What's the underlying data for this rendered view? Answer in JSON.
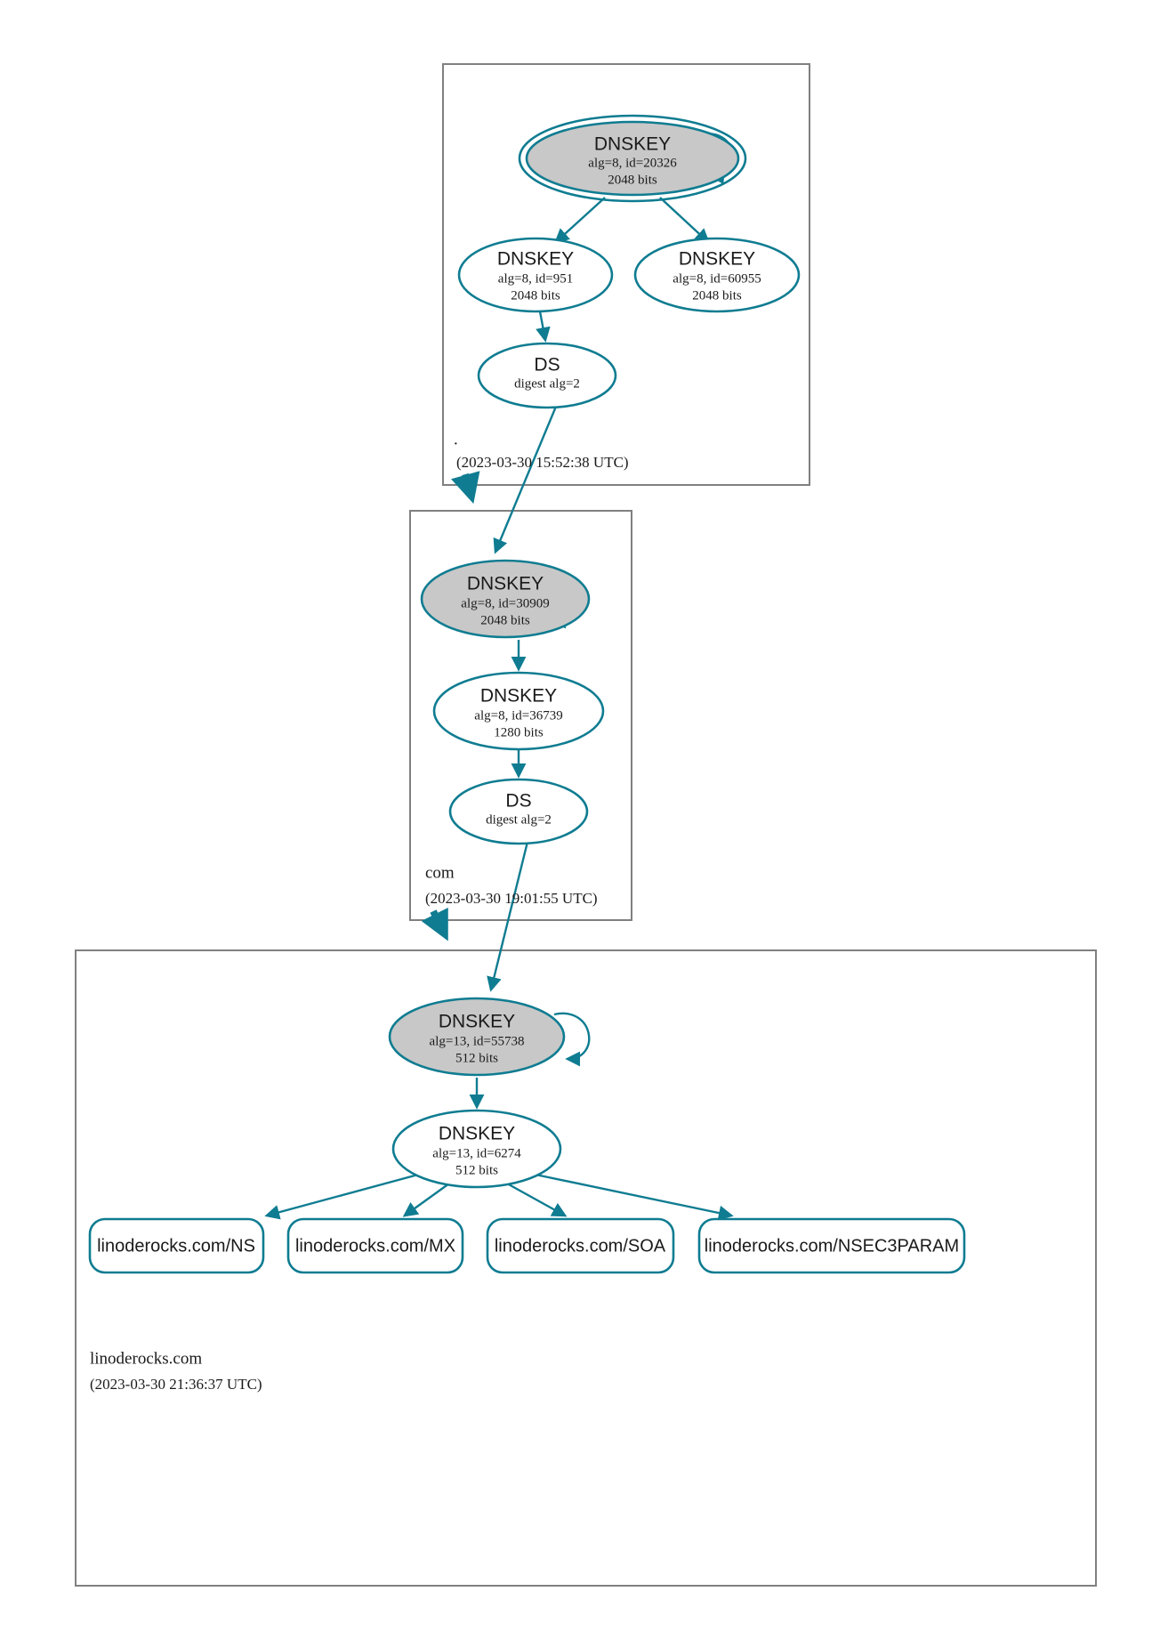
{
  "diagram": {
    "type": "dnssec-authentication-chain",
    "colors": {
      "edge": "#0f7c91",
      "node_stroke": "#0f7c91",
      "sep_fill": "#c8c8c8",
      "node_fill": "#ffffff",
      "zone_border": "#808080",
      "text": "#1a1a1a",
      "background": "#ffffff"
    },
    "zones": [
      {
        "id": "root",
        "name": ".",
        "timestamp": "(2023-03-30 15:52:38 UTC)",
        "nodes": [
          {
            "id": "root-ksk",
            "kind": "DNSKEY",
            "title": "DNSKEY",
            "line1": "alg=8, id=20326",
            "line2": "2048 bits",
            "sep": true,
            "trust_anchor": true,
            "self_signed": true
          },
          {
            "id": "root-zsk-951",
            "kind": "DNSKEY",
            "title": "DNSKEY",
            "line1": "alg=8, id=951",
            "line2": "2048 bits",
            "sep": false,
            "trust_anchor": false,
            "self_signed": false
          },
          {
            "id": "root-zsk-60955",
            "kind": "DNSKEY",
            "title": "DNSKEY",
            "line1": "alg=8, id=60955",
            "line2": "2048 bits",
            "sep": false,
            "trust_anchor": false,
            "self_signed": false
          },
          {
            "id": "root-ds",
            "kind": "DS",
            "title": "DS",
            "line1": "digest alg=2",
            "line2": "",
            "sep": false,
            "trust_anchor": false,
            "self_signed": false
          }
        ]
      },
      {
        "id": "com",
        "name": "com",
        "timestamp": "(2023-03-30 19:01:55 UTC)",
        "nodes": [
          {
            "id": "com-ksk",
            "kind": "DNSKEY",
            "title": "DNSKEY",
            "line1": "alg=8, id=30909",
            "line2": "2048 bits",
            "sep": true,
            "trust_anchor": false,
            "self_signed": true
          },
          {
            "id": "com-zsk",
            "kind": "DNSKEY",
            "title": "DNSKEY",
            "line1": "alg=8, id=36739",
            "line2": "1280 bits",
            "sep": false,
            "trust_anchor": false,
            "self_signed": false
          },
          {
            "id": "com-ds",
            "kind": "DS",
            "title": "DS",
            "line1": "digest alg=2",
            "line2": "",
            "sep": false,
            "trust_anchor": false,
            "self_signed": false
          }
        ]
      },
      {
        "id": "linoderocks",
        "name": "linoderocks.com",
        "timestamp": "(2023-03-30 21:36:37 UTC)",
        "nodes": [
          {
            "id": "lr-ksk",
            "kind": "DNSKEY",
            "title": "DNSKEY",
            "line1": "alg=13, id=55738",
            "line2": "512 bits",
            "sep": true,
            "trust_anchor": false,
            "self_signed": true
          },
          {
            "id": "lr-zsk",
            "kind": "DNSKEY",
            "title": "DNSKEY",
            "line1": "alg=13, id=6274",
            "line2": "512 bits",
            "sep": false,
            "trust_anchor": false,
            "self_signed": false
          }
        ],
        "rrsets": [
          {
            "id": "rr-ns",
            "label": "linoderocks.com/NS"
          },
          {
            "id": "rr-mx",
            "label": "linoderocks.com/MX"
          },
          {
            "id": "rr-soa",
            "label": "linoderocks.com/SOA"
          },
          {
            "id": "rr-nsec3param",
            "label": "linoderocks.com/NSEC3PARAM"
          }
        ]
      }
    ]
  }
}
